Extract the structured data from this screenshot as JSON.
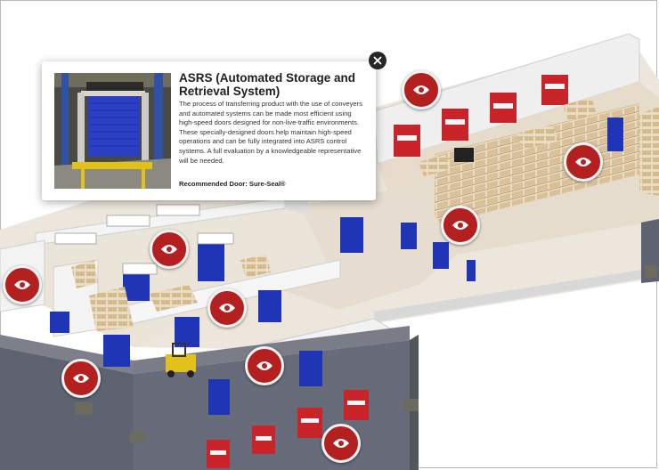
{
  "popup": {
    "title": "ASRS (Automated Storage and Retrieval System)",
    "body": "The process of transferring product with the use of conveyers and automated systems can be made most efficient using high-speed doors designed for non-live-traffic environments. These specially-designed doors help maintain high-speed operations and can be fully integrated into ASRS control systems. A full evaluation by a knowledgeable representative will be needed.",
    "recommended": "Recommended Door: Sure-Seal®"
  },
  "icons": {
    "hotspot": "eye-icon",
    "close": "close-icon"
  },
  "colors": {
    "hotspot": "#b3201f",
    "door_blue": "#1f35b5",
    "door_red": "#c8242a",
    "wall_dark": "#5f6270",
    "floor": "#e6ddd0"
  }
}
